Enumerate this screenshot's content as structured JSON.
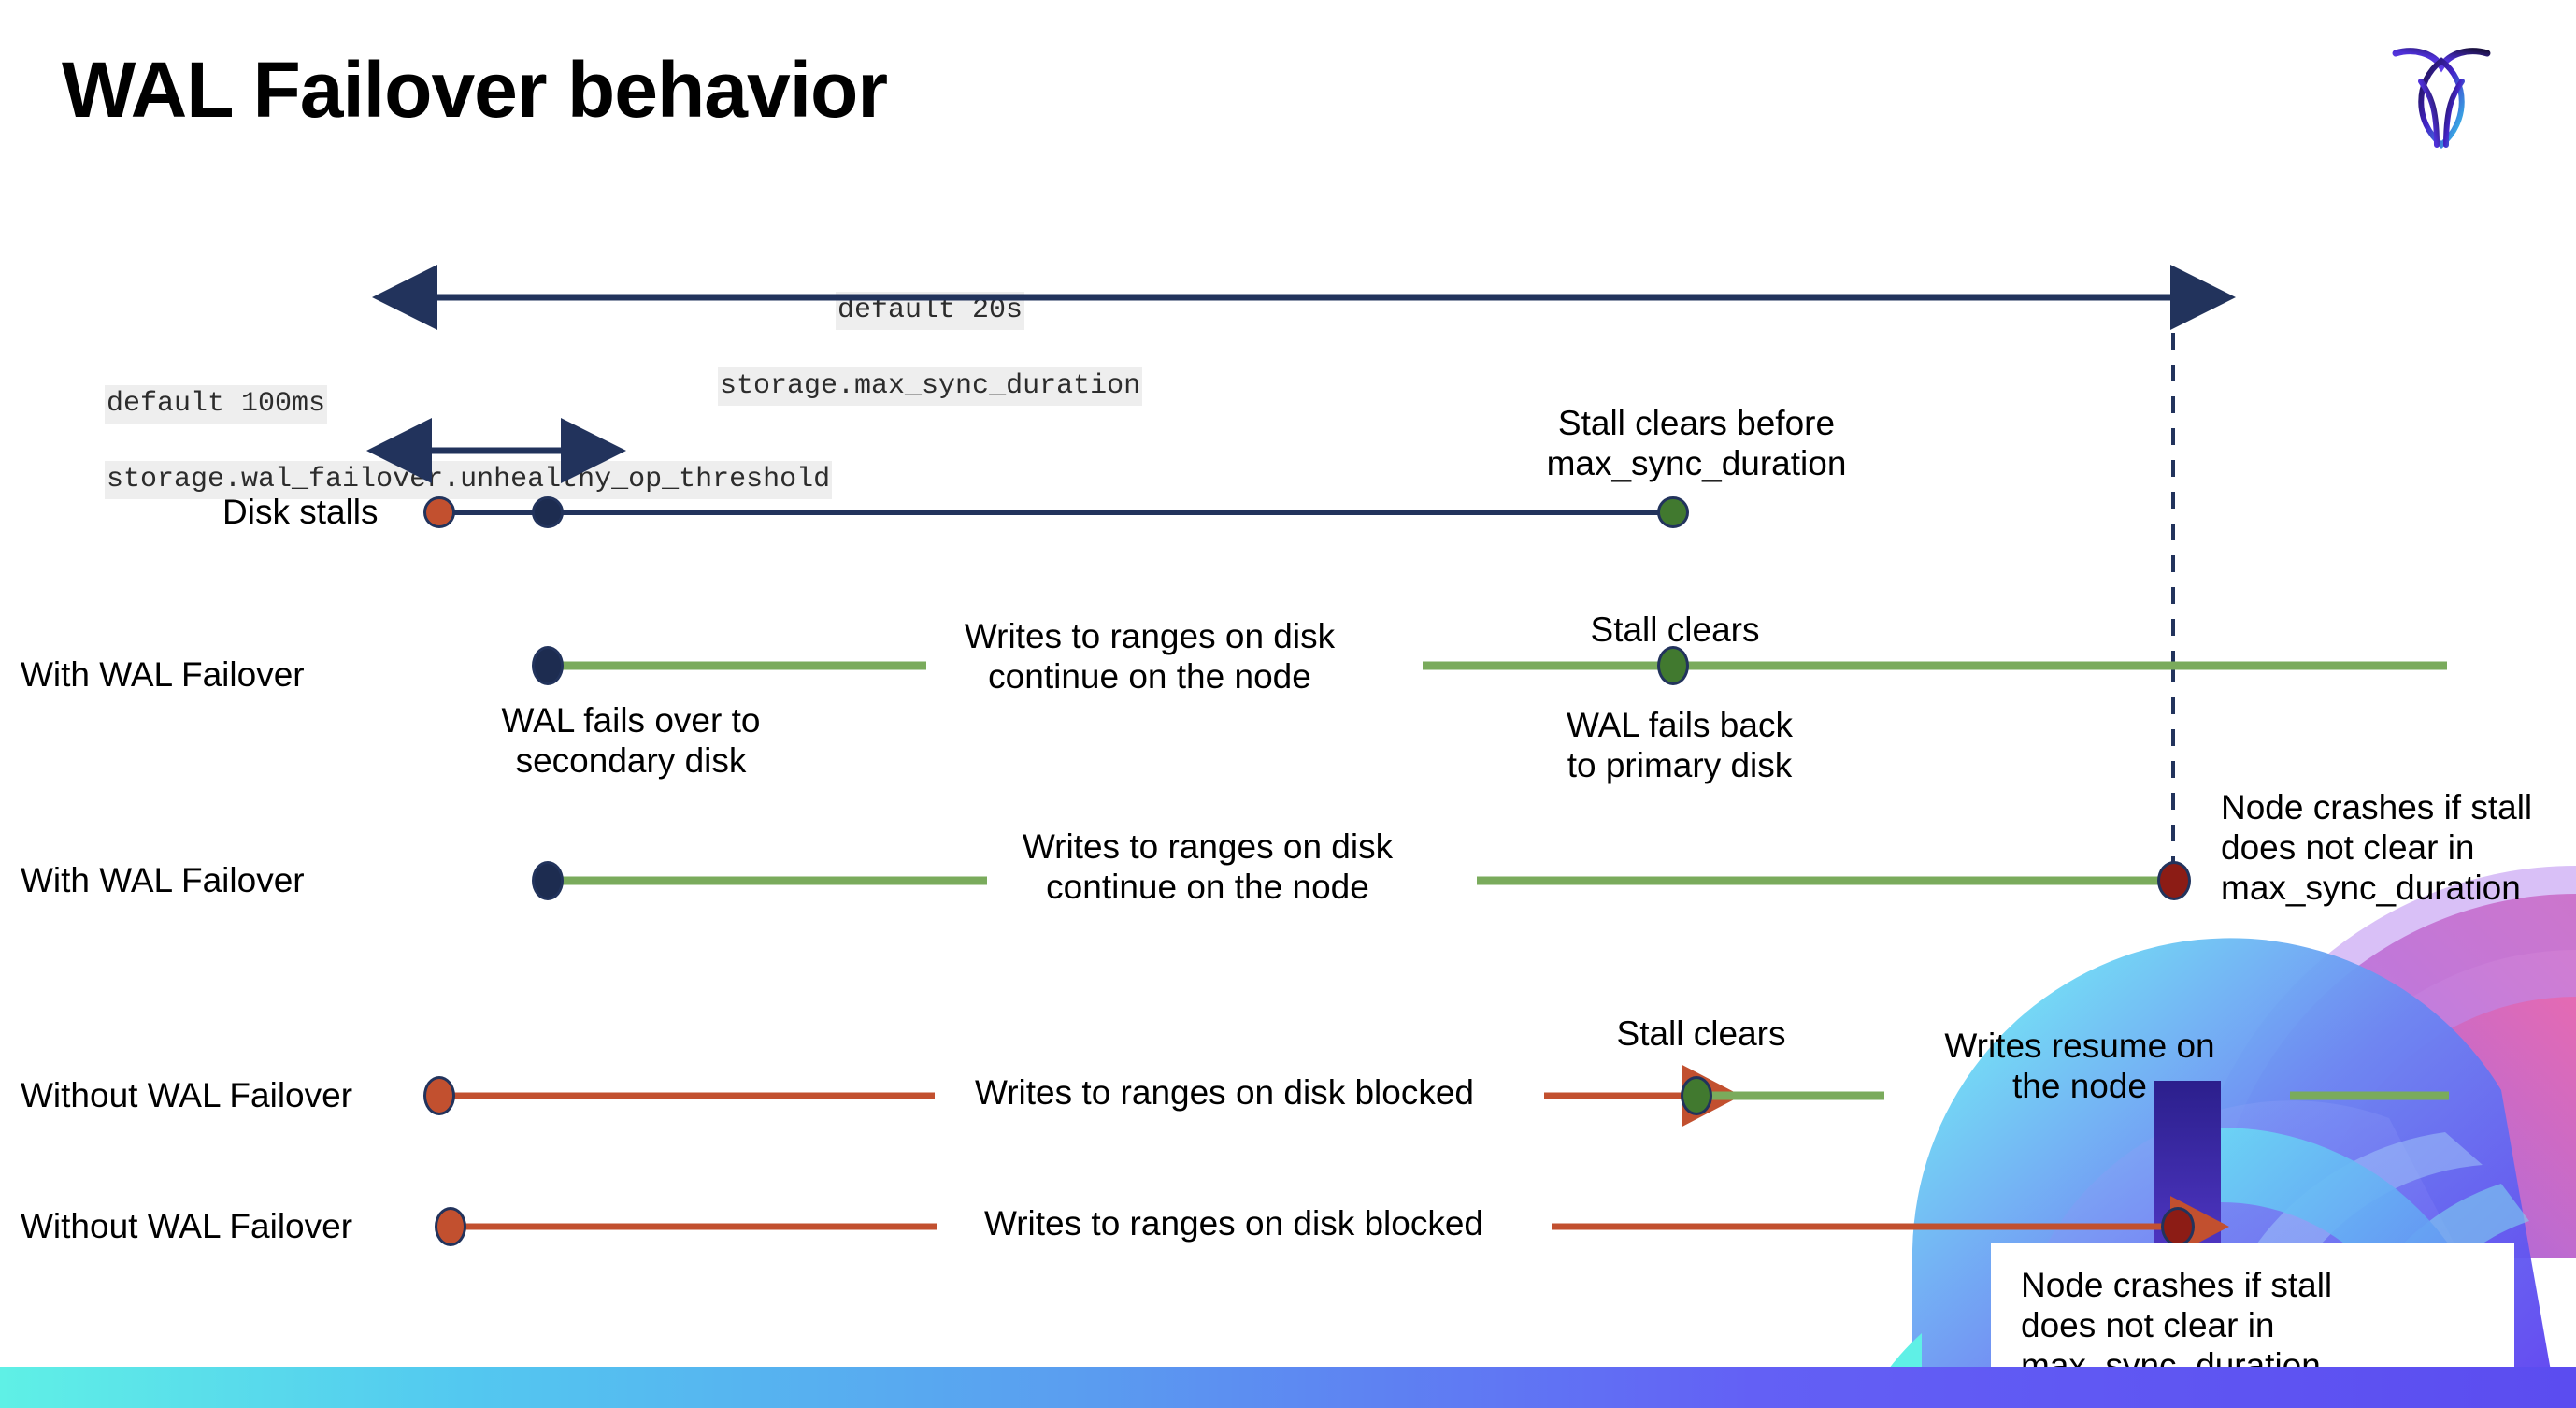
{
  "slide": {
    "title": "WAL Failover behavior",
    "logo_name": "cockroach-labs-logo"
  },
  "annotations": {
    "max_sync": {
      "default": "default 20s",
      "setting": "storage.max_sync_duration"
    },
    "unhealthy": {
      "default": "default 100ms",
      "setting": "storage.wal_failover.unhealthy_op_threshold"
    }
  },
  "rows": [
    {
      "label": "Disk stalls",
      "notes": [
        "Stall clears before\nmax_sync_duration"
      ]
    },
    {
      "label": "With WAL Failover",
      "notes": [
        "Writes to ranges on disk\ncontinue on the node",
        "WAL fails over to\nsecondary disk",
        "Stall clears",
        "WAL fails  back\nto primary disk"
      ]
    },
    {
      "label": "With WAL Failover",
      "notes": [
        "Writes to ranges on disk\ncontinue on the node",
        "Node crashes if stall\ndoes not clear in\nmax_sync_duration"
      ]
    },
    {
      "label": "Without WAL Failover",
      "notes": [
        "Writes to ranges on disk  blocked",
        "Stall clears",
        "Writes resume on\nthe node"
      ]
    },
    {
      "label": "Without WAL Failover",
      "notes": [
        "Writes to ranges on disk  blocked",
        "Node crashes if stall\ndoes not clear in\nmax_sync_duration"
      ]
    }
  ],
  "colors": {
    "navy": "#22335c",
    "green_line": "#7aab5c",
    "green_dot": "#41792f",
    "red_line": "#c2502f",
    "red_dot_dark": "#8c1c15",
    "code_bg": "#eeeeee",
    "bar_start": "#5ff0e6",
    "bar_end": "#5b4cf0"
  }
}
